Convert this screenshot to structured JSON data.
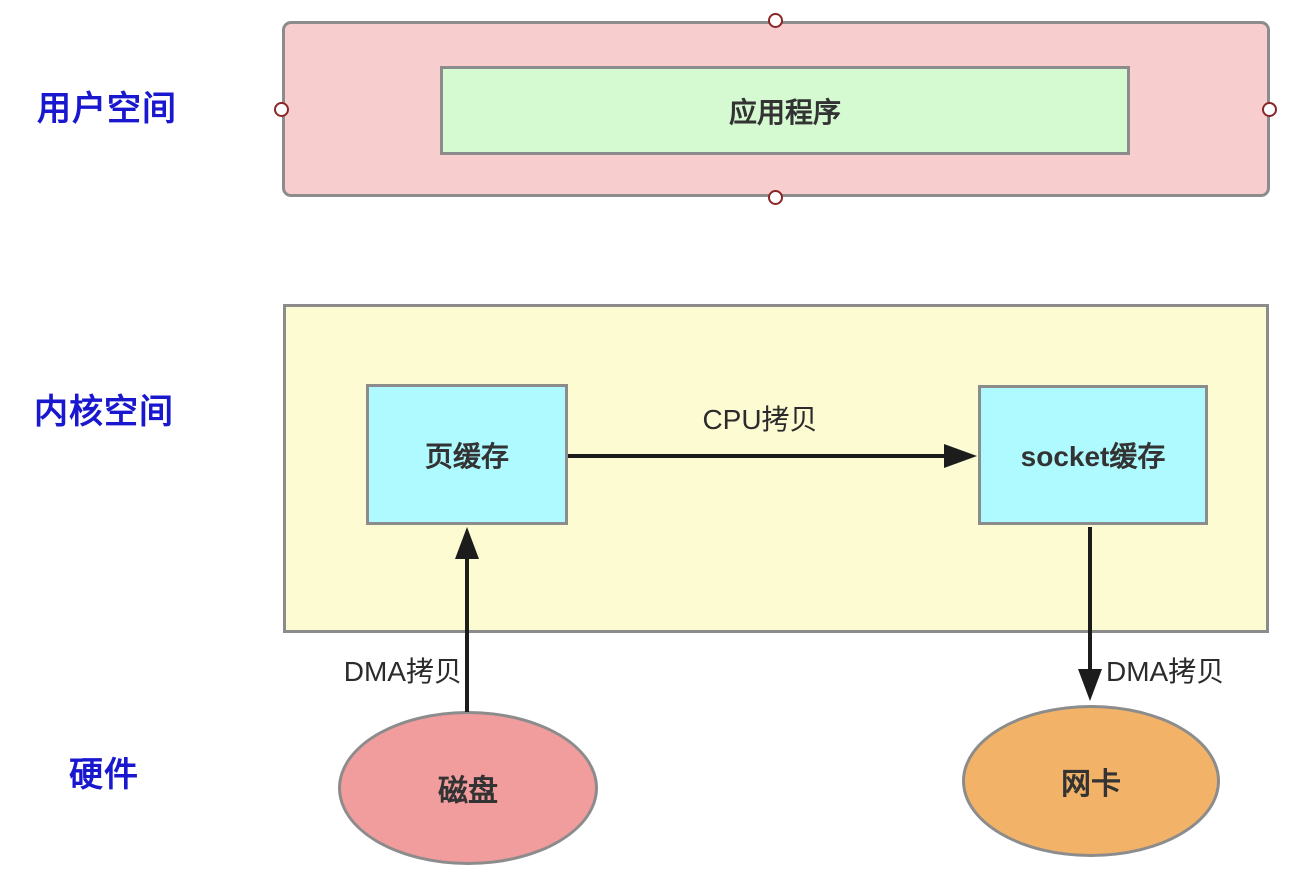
{
  "diagram": {
    "zone_labels": {
      "user_space": "用户空间",
      "kernel_space": "内核空间",
      "hardware": "硬件"
    },
    "nodes": {
      "application": "应用程序",
      "page_cache": "页缓存",
      "socket_buffer": "socket缓存",
      "disk": "磁盘",
      "nic": "网卡"
    },
    "edge_labels": {
      "cpu_copy": "CPU拷贝",
      "dma_copy_disk": "DMA拷贝",
      "dma_copy_nic": "DMA拷贝"
    },
    "colors": {
      "label_blue": "#1a18cf",
      "user_space_fill": "#f8cdce",
      "application_fill": "#d5fad2",
      "kernel_fill": "#fdfbd2",
      "cache_fill": "#aefaff",
      "disk_fill": "#f19c9d",
      "nic_fill": "#f2b267",
      "border_gray": "#8c8c8c",
      "handle_stroke": "#8b2626",
      "arrow_black": "#1c1c1c"
    }
  }
}
